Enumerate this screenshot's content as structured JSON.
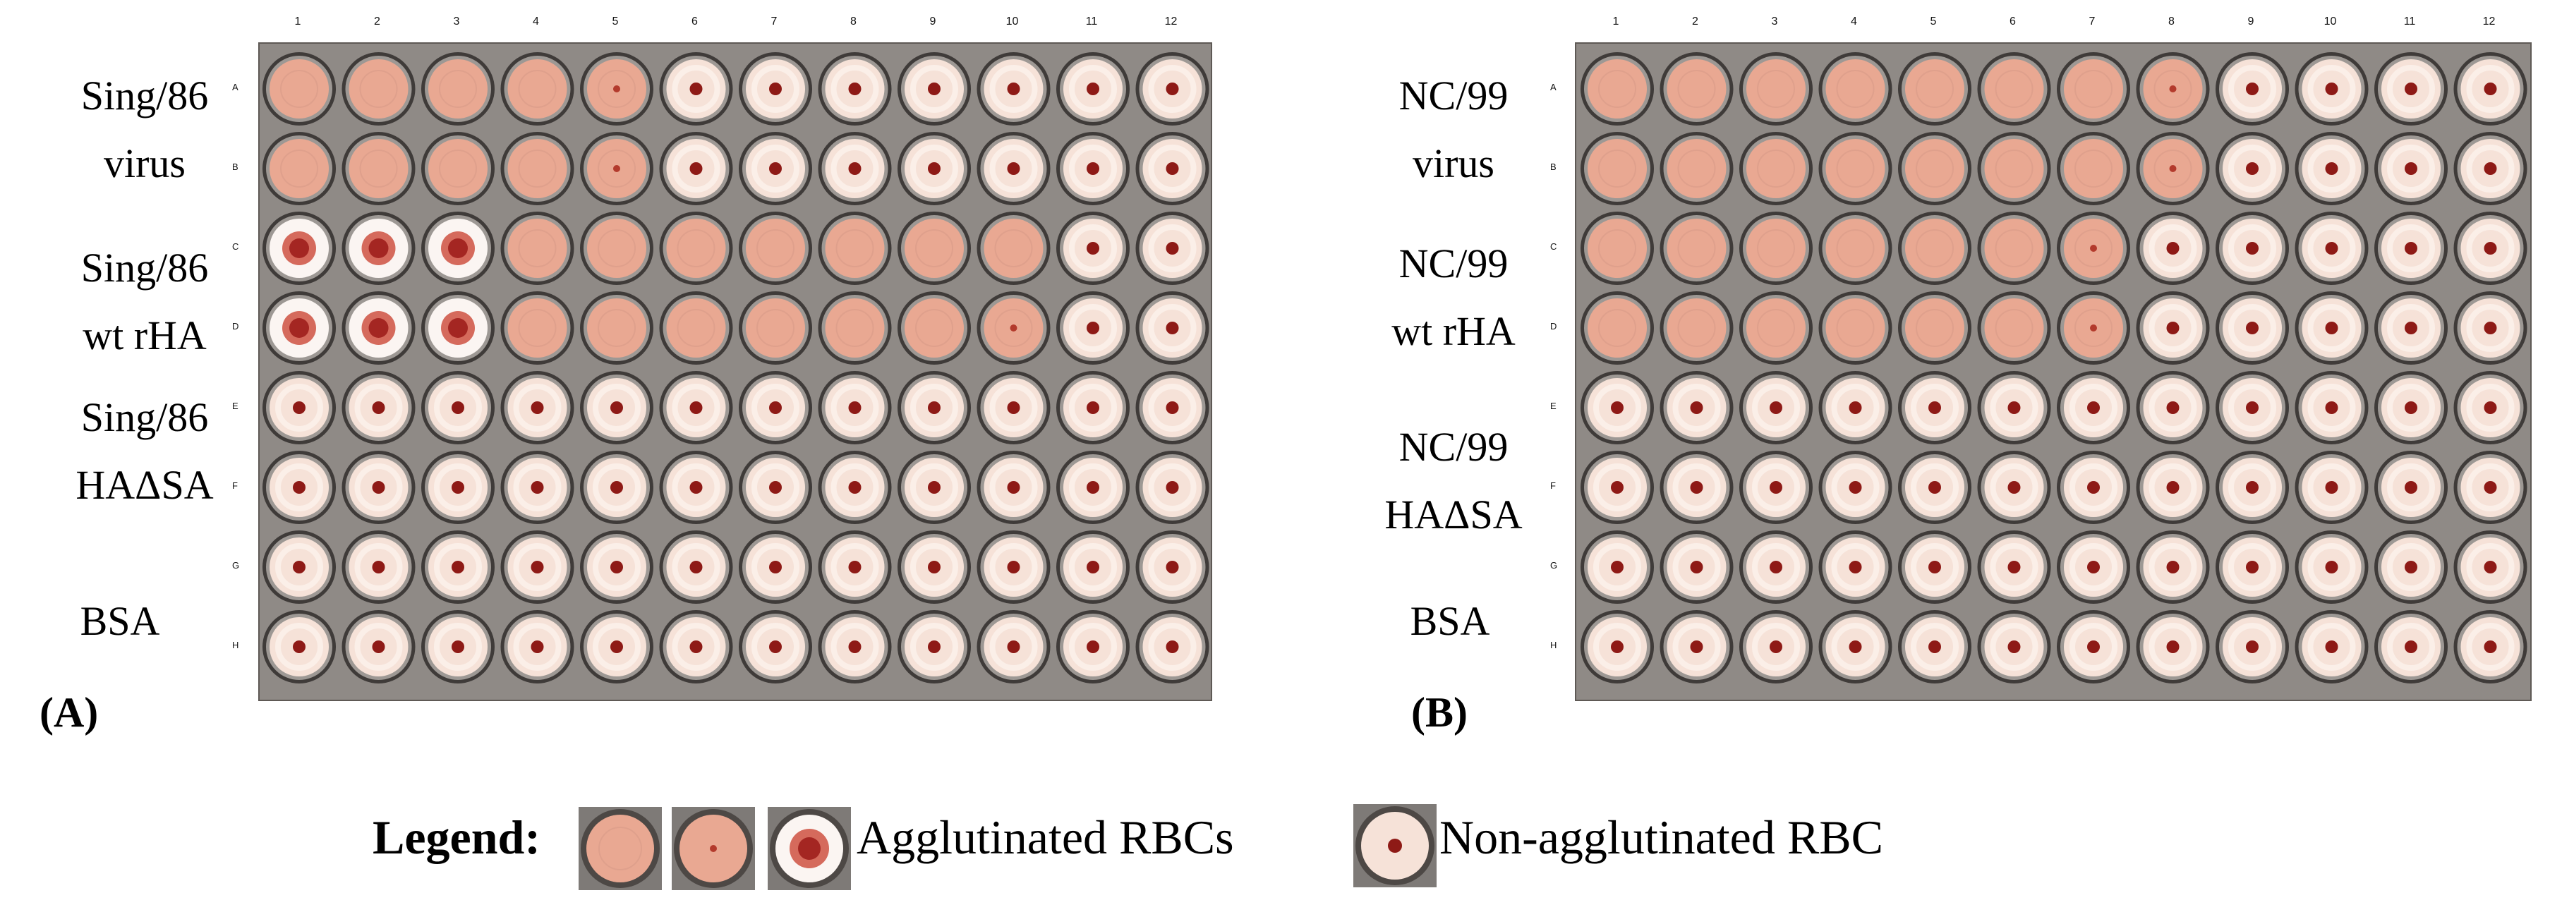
{
  "columns": [
    "1",
    "2",
    "3",
    "4",
    "5",
    "6",
    "7",
    "8",
    "9",
    "10",
    "11",
    "12"
  ],
  "rows": [
    "A",
    "B",
    "C",
    "D",
    "E",
    "F",
    "G",
    "H"
  ],
  "colors": {
    "agglutinated": "#e9a892",
    "agglutinated_ring": "#dfa08c",
    "halo": "#f6e2d8",
    "button": "#8e1a16",
    "rim": "#4d4845"
  },
  "panels": [
    {
      "tag": "(A)",
      "samples": [
        {
          "name": "Sing/86",
          "sub": "virus"
        },
        {
          "name": "Sing/86",
          "sub": "wt rHA"
        },
        {
          "name": "Sing/86",
          "sub": "HAΔSA"
        },
        {
          "name": "BSA",
          "sub": ""
        }
      ],
      "well_types": [
        "AAAADBBBBBBB",
        "AAAADBBBBBBB",
        "SSSAAAAAAABB",
        "SSSAAAAAADBB",
        "BBBBBBBBBBBB",
        "BBBBBBBBBBBB",
        "BBBBBBBBBBBB",
        "BBBBBBBBBBBB"
      ]
    },
    {
      "tag": "(B)",
      "samples": [
        {
          "name": "NC/99",
          "sub": "virus"
        },
        {
          "name": "NC/99",
          "sub": "wt rHA"
        },
        {
          "name": "NC/99",
          "sub": "HAΔSA"
        },
        {
          "name": "BSA",
          "sub": ""
        }
      ],
      "well_types": [
        "AAAAAAADBBBB",
        "AAAAAAADBBBB",
        "AAAAAADBBBBB",
        "AAAAAADBBBBB",
        "BBBBBBBBBBBB",
        "BBBBBBBBBBBB",
        "BBBBBBBBBBBB",
        "BBBBBBBBBBBB"
      ]
    }
  ],
  "legend": {
    "title": "Legend:",
    "agglutinated_label": "Agglutinated RBCs",
    "non_agglutinated_label": "Non-agglutinated RBC"
  }
}
